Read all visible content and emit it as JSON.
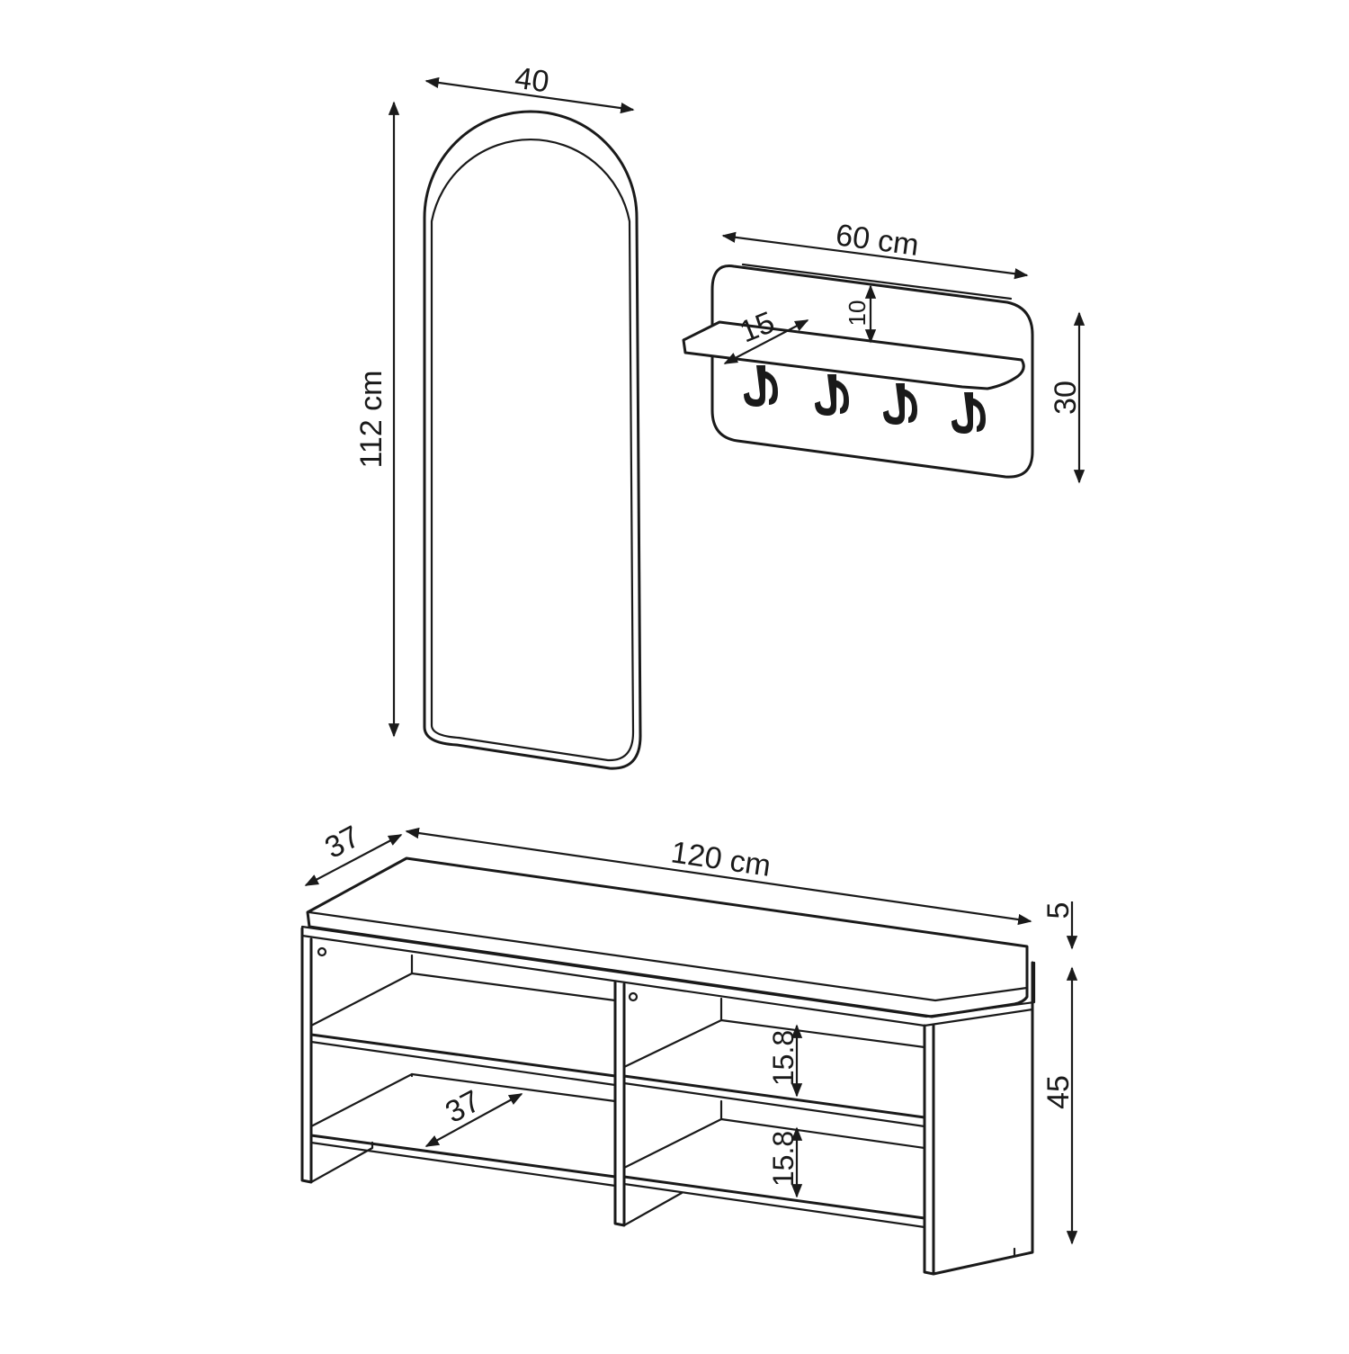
{
  "diagram": {
    "mirror": {
      "width_label": "40",
      "height_label": "112 cm"
    },
    "shelf": {
      "width_label": "60 cm",
      "depth_label": "15",
      "height_label": "30",
      "gap_label": "10",
      "hook_count": 4
    },
    "bench": {
      "width_label": "120 cm",
      "depth_label": "37",
      "inner_depth_label": "37",
      "cushion_label": "5",
      "height_label": "45",
      "shelf_gap_upper_label": "15.8",
      "shelf_gap_lower_label": "15.8"
    },
    "colors": {
      "line": "#1a1a1a",
      "background": "#ffffff"
    }
  }
}
